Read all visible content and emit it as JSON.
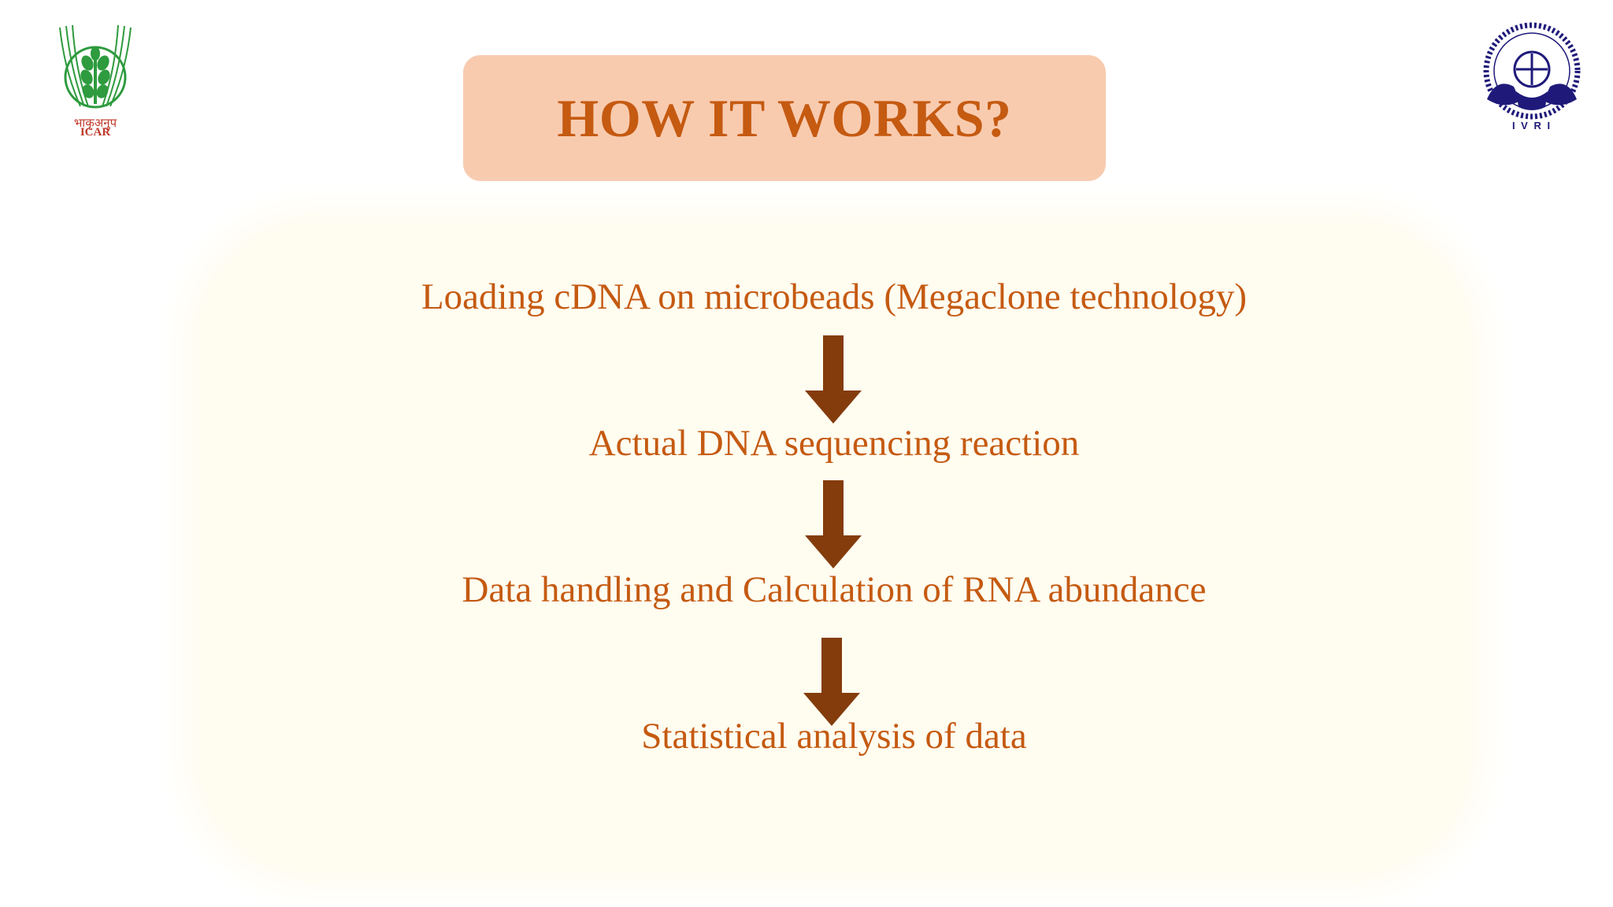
{
  "slide": {
    "title": "HOW IT WORKS?",
    "logos": {
      "left": {
        "icon": "icar-logo-icon",
        "caption": "ICAR",
        "hindi_caption": "भाकृअनुप"
      },
      "right": {
        "icon": "ivri-emblem-icon",
        "caption": "I V R I"
      }
    },
    "flow_steps": [
      {
        "label": "Loading cDNA on microbeads (Megaclone technology)"
      },
      {
        "label": "Actual DNA sequencing reaction"
      },
      {
        "label": "Data handling and Calculation of RNA abundance"
      },
      {
        "label": "Statistical analysis of data"
      }
    ],
    "colors": {
      "title_bg": "#f8cbaf",
      "accent_text": "#c55a11",
      "arrow": "#843c0c",
      "panel_bg": "#fffcf0",
      "icar_green": "#2e9b3e",
      "ivri_blue": "#1f1a7a"
    }
  }
}
